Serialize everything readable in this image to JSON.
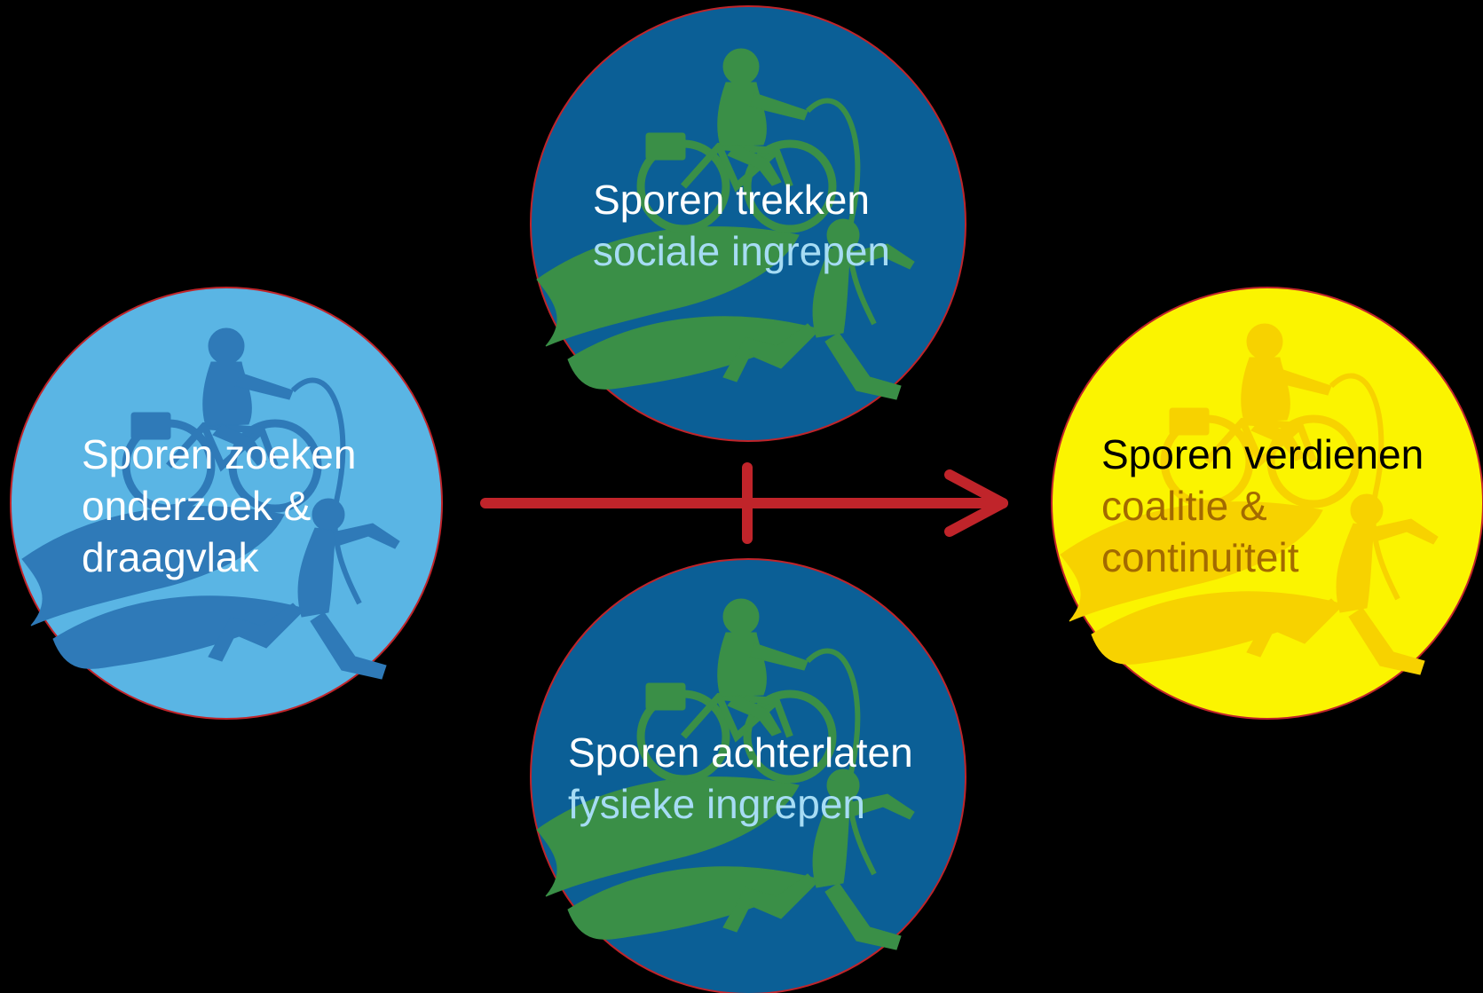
{
  "colors": {
    "background": "#000000",
    "left_circle": "#5ab5e4",
    "left_figure": "#2f7ab8",
    "blue_circle": "#0b5f96",
    "blue_figure": "#3a8f47",
    "yellow_circle": "#fbf400",
    "yellow_figure": "#f7d200",
    "outline": "#c0242a",
    "arrow": "#c0242a",
    "text_white": "#ffffff",
    "text_lightblue": "#a6dcf4",
    "text_black": "#000000",
    "text_brown": "#a36a00"
  },
  "icons": [
    "cyclist-runner-leaf-icon",
    "arrow-right-icon"
  ],
  "nodes": {
    "zoeken": {
      "title": "Sporen zoeken",
      "line2": "onderzoek &",
      "line3": "draagvlak"
    },
    "trekken": {
      "title": "Sporen trekken",
      "line2": "sociale ingrepen"
    },
    "achterlaten": {
      "title": "Sporen achterlaten",
      "line2": "fysieke ingrepen"
    },
    "verdienen": {
      "title": "Sporen verdienen",
      "line2": "coalitie &",
      "line3": "continuïteit"
    }
  }
}
